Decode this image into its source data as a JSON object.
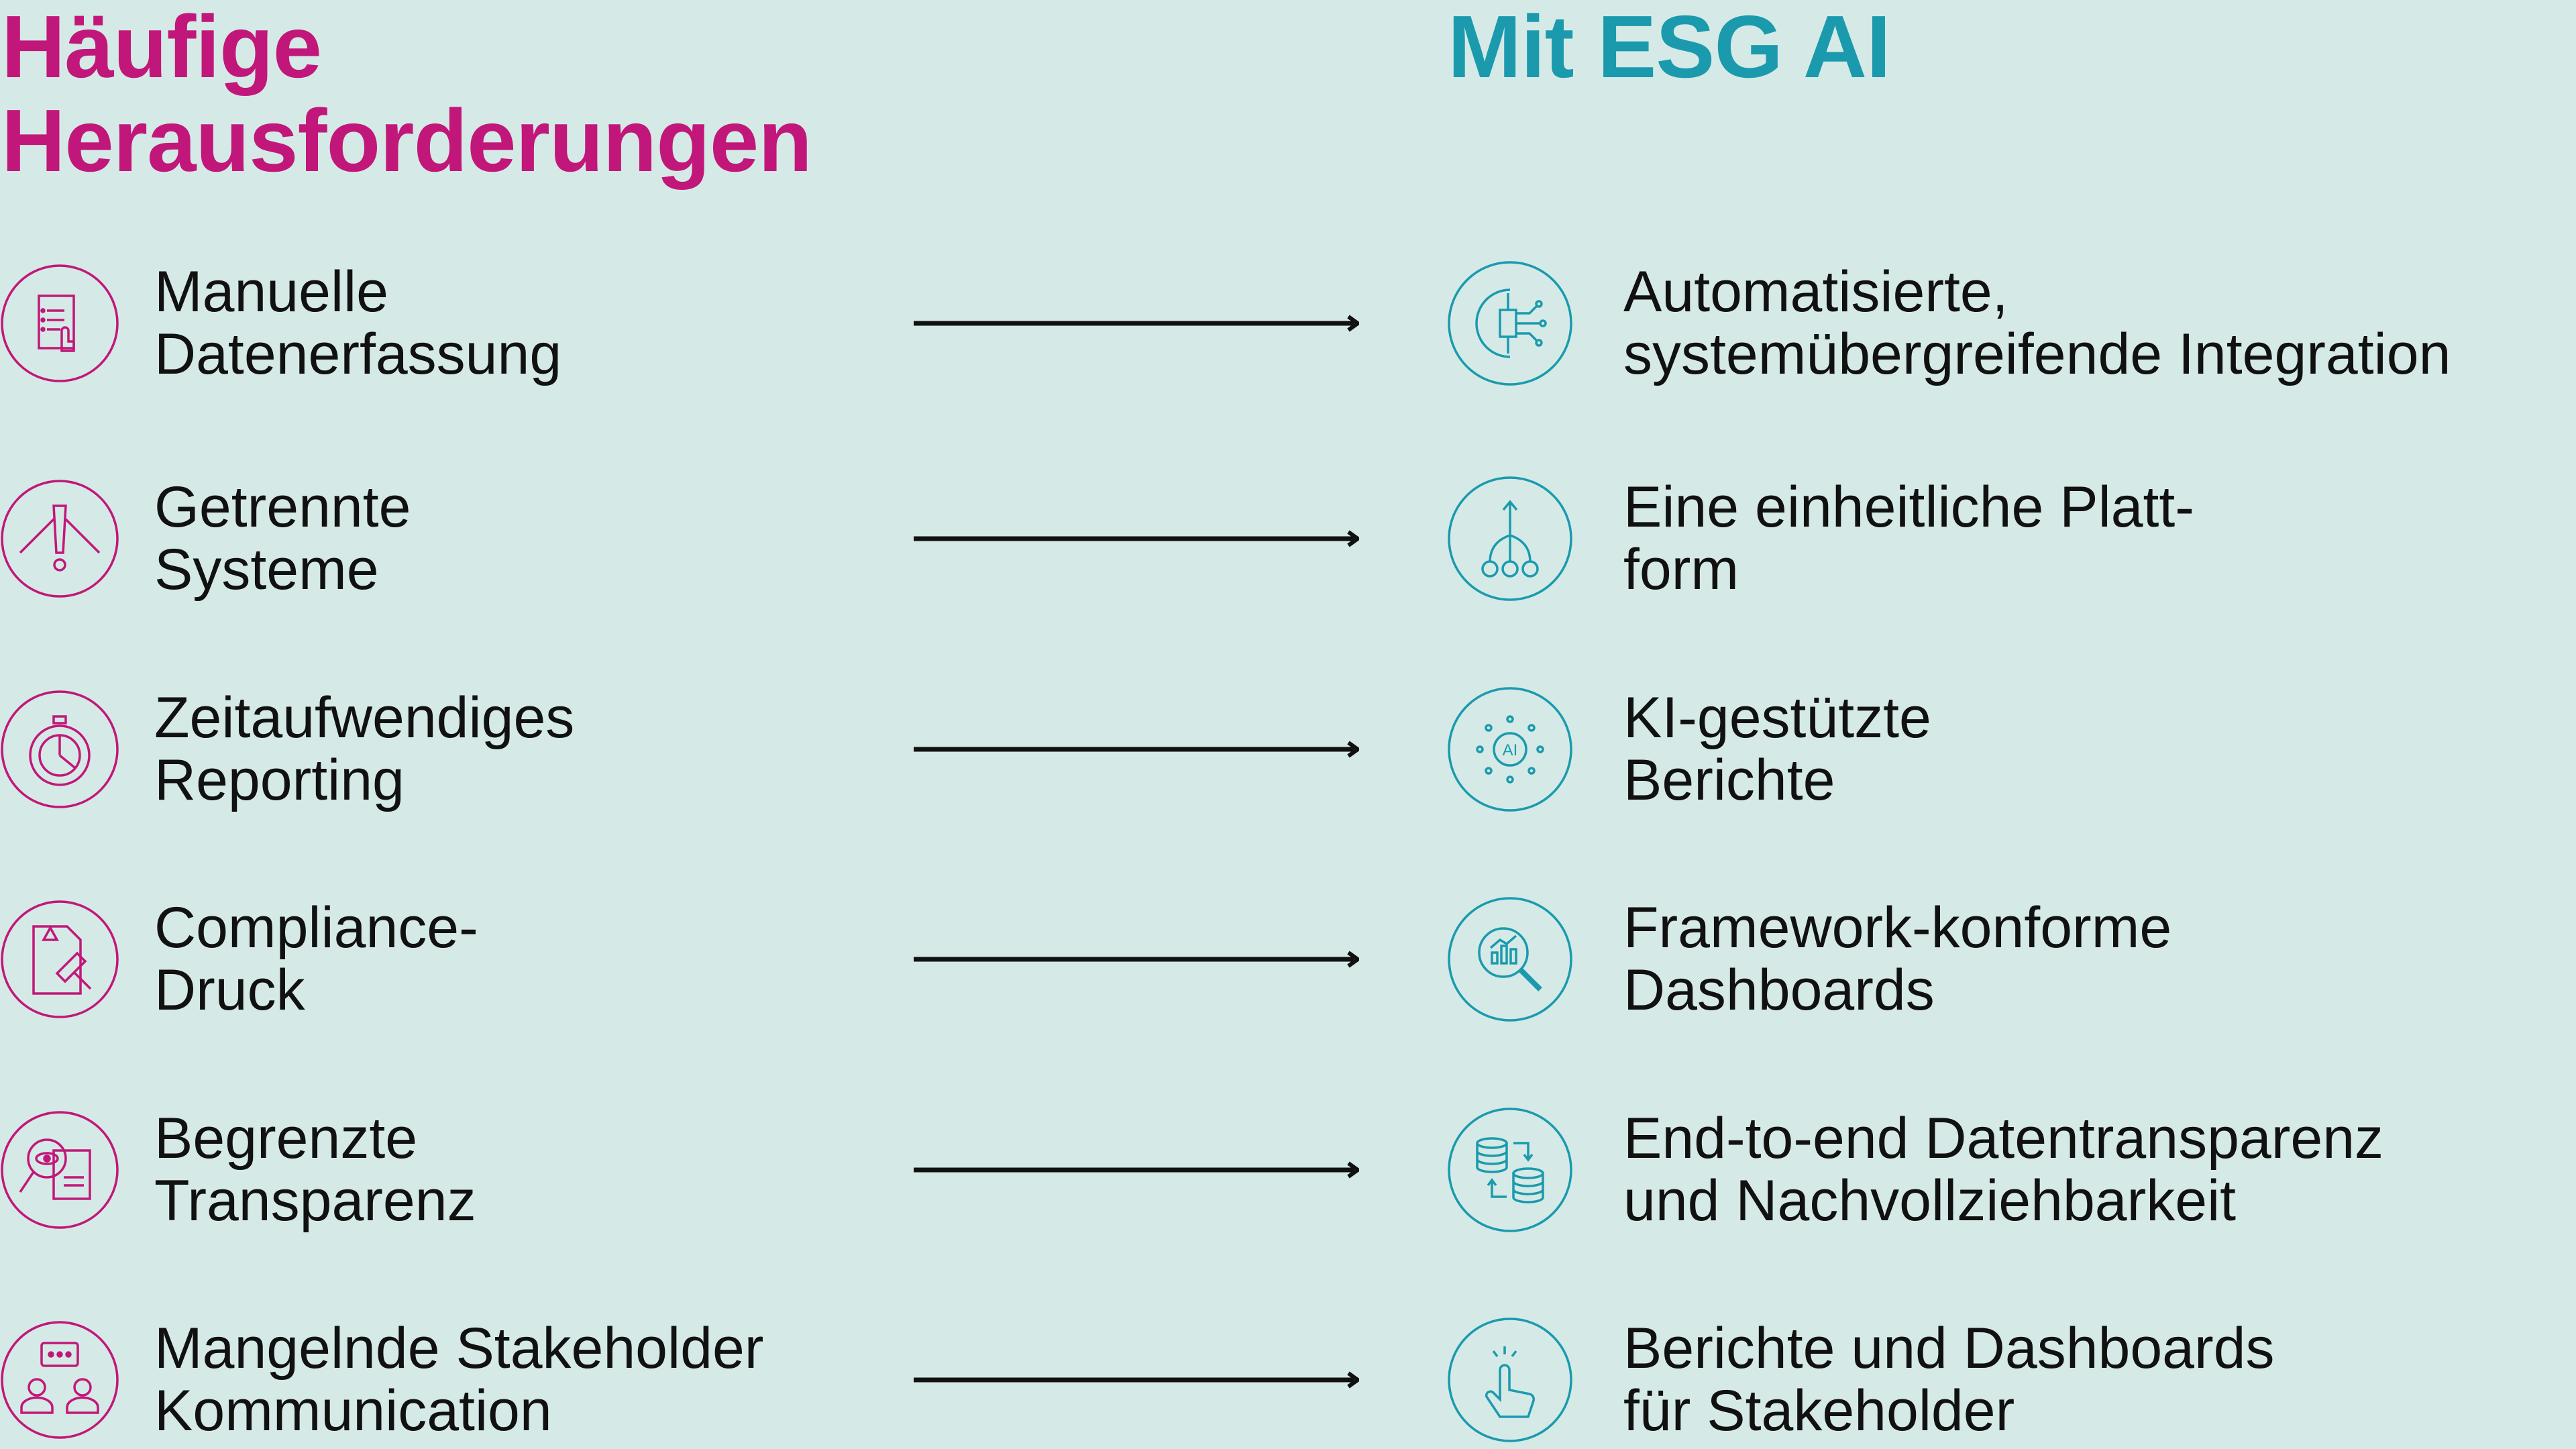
{
  "left_title": "Häufige\nHerausforderungen",
  "right_title": "Mit ESG AI",
  "colors": {
    "challenge": "#c2177a",
    "solution": "#1b9aae",
    "background": "#d5eae6"
  },
  "rows": [
    {
      "challenge": "Manuelle\nDatenerfassung",
      "challenge_icon": "form-hand-icon",
      "solution": "Automatisierte,\nsystemübergreifende Integration",
      "solution_icon": "gear-circuit-icon"
    },
    {
      "challenge": "Getrennte\nSysteme",
      "challenge_icon": "warning-split-icon",
      "solution": "Eine einheitliche Platt-\nform",
      "solution_icon": "merge-platform-icon"
    },
    {
      "challenge": "Zeitaufwendiges\nReporting",
      "challenge_icon": "stopwatch-icon",
      "solution": "KI-gestützte\nBerichte",
      "solution_icon": "ai-network-icon"
    },
    {
      "challenge": "Compliance-\nDruck",
      "challenge_icon": "document-gavel-icon",
      "solution": "Framework-konforme\nDashboards",
      "solution_icon": "chart-magnifier-icon"
    },
    {
      "challenge": "Begrenzte\nTransparenz",
      "challenge_icon": "eye-magnifier-document-icon",
      "solution": "End-to-end Datentransparenz\nund Nachvollziehbarkeit",
      "solution_icon": "database-sync-icon"
    },
    {
      "challenge": "Mangelnde Stakeholder\nKommunication",
      "challenge_icon": "people-chat-icon",
      "solution": "Berichte und Dashboards\nfür Stakeholder",
      "solution_icon": "hand-tap-icon"
    }
  ]
}
